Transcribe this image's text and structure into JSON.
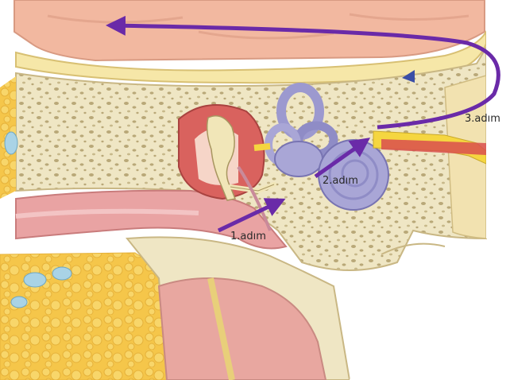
{
  "steps": [
    {
      "label": "1.adım"
    },
    {
      "label": "2.adım"
    },
    {
      "label": "3.adım"
    }
  ],
  "colors": {
    "arrow": "#6a2aa8",
    "bone": "#efe6c4",
    "brain": "#f2b8a0",
    "canal": "#e9a3a3",
    "fat": "#f5c64a",
    "cochlea": "#a9a6d6"
  }
}
